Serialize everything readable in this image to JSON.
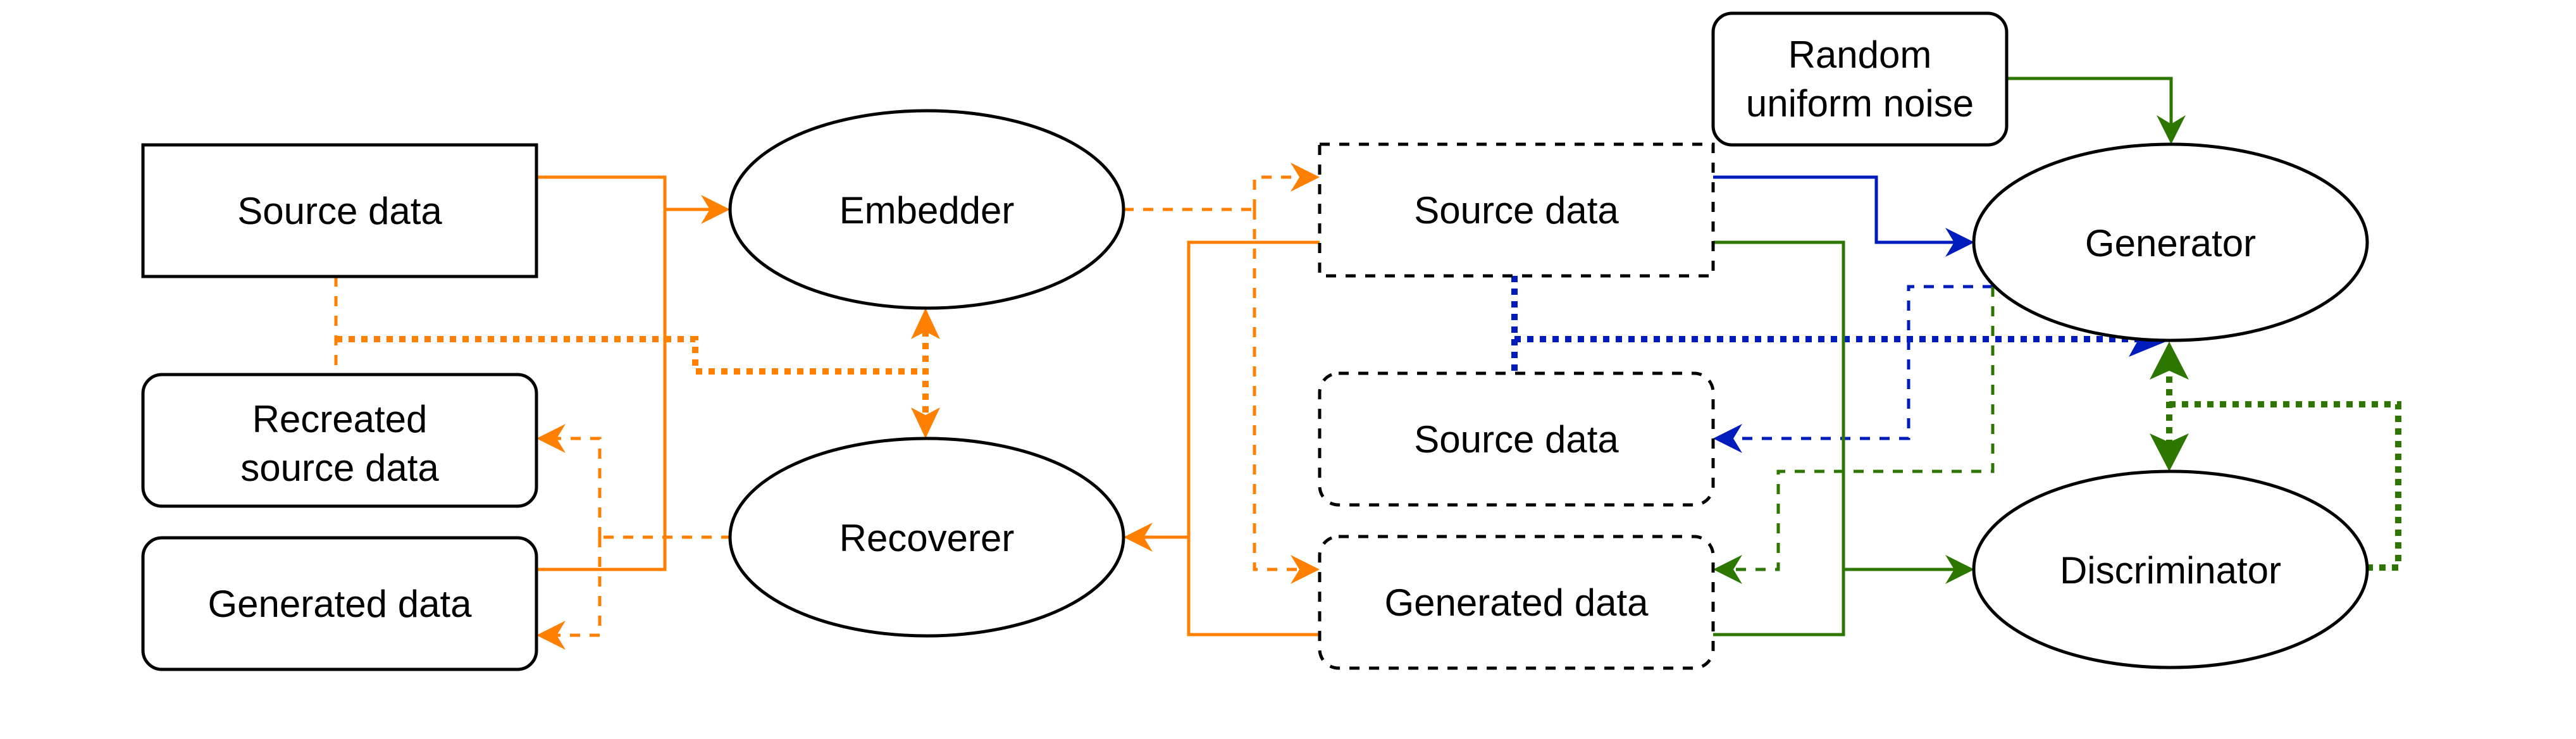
{
  "title": "Embedder / Recoverer / Generator / Discriminator training flow",
  "colors": {
    "orange": "#FF8000",
    "blue": "#001DBC",
    "green": "#2D7600",
    "node_stroke": "#000000"
  },
  "nodes": {
    "source_data_left": {
      "label": [
        "Source data"
      ],
      "shape": "rectangle",
      "border": "solid"
    },
    "recreated_source_data": {
      "label": [
        "Recreated",
        "source data"
      ],
      "shape": "rounded-rectangle",
      "border": "solid"
    },
    "generated_data_left": {
      "label": [
        "Generated data"
      ],
      "shape": "rounded-rectangle",
      "border": "solid"
    },
    "embedder": {
      "label": [
        "Embedder"
      ],
      "shape": "ellipse",
      "border": "solid"
    },
    "recoverer": {
      "label": [
        "Recoverer"
      ],
      "shape": "ellipse",
      "border": "solid"
    },
    "source_data_mid_top": {
      "label": [
        "Source data"
      ],
      "shape": "rectangle",
      "border": "dashed"
    },
    "source_data_mid": {
      "label": [
        "Source data"
      ],
      "shape": "rounded-rectangle",
      "border": "dashed"
    },
    "generated_data_mid": {
      "label": [
        "Generated data"
      ],
      "shape": "rounded-rectangle",
      "border": "dashed"
    },
    "random_noise": {
      "label": [
        "Random",
        "uniform noise"
      ],
      "shape": "rounded-rectangle",
      "border": "solid"
    },
    "generator": {
      "label": [
        "Generator"
      ],
      "shape": "ellipse",
      "border": "solid"
    },
    "discriminator": {
      "label": [
        "Discriminator"
      ],
      "shape": "ellipse",
      "border": "solid"
    }
  },
  "edges": [
    {
      "from": "source_data_left",
      "to": "embedder",
      "color": "orange",
      "style": "solid",
      "arrow": "end"
    },
    {
      "from": "generated_data_left",
      "to": "embedder",
      "color": "orange",
      "style": "solid",
      "arrow": "end"
    },
    {
      "from": "embedder",
      "to": "source_data_mid_top",
      "color": "orange",
      "style": "dashed",
      "arrow": "end"
    },
    {
      "from": "embedder",
      "to": "generated_data_mid",
      "color": "orange",
      "style": "dashed",
      "arrow": "end"
    },
    {
      "from": "source_data_mid_top",
      "to": "recoverer",
      "color": "orange",
      "style": "solid",
      "arrow": "end"
    },
    {
      "from": "generated_data_mid",
      "to": "recoverer",
      "color": "orange",
      "style": "solid",
      "arrow": "end"
    },
    {
      "from": "recoverer",
      "to": "recreated_source_data",
      "color": "orange",
      "style": "dashed",
      "arrow": "end"
    },
    {
      "from": "recoverer",
      "to": "generated_data_left",
      "color": "orange",
      "style": "dashed",
      "arrow": "end"
    },
    {
      "from": "source_data_left",
      "to": "embedder_recoverer_loss",
      "color": "orange",
      "style": "dotted",
      "arrow": "both"
    },
    {
      "from": "source_data_mid_top",
      "to": "generator",
      "color": "blue",
      "style": "solid",
      "arrow": "end"
    },
    {
      "from": "generator",
      "to": "source_data_mid",
      "color": "blue",
      "style": "dashed",
      "arrow": "end"
    },
    {
      "from": "source_data_mid_top",
      "to": "generator",
      "color": "blue",
      "style": "dotted",
      "arrow": "end"
    },
    {
      "from": "random_noise",
      "to": "generator",
      "color": "green",
      "style": "solid",
      "arrow": "end"
    },
    {
      "from": "source_data_mid_top",
      "to": "discriminator",
      "color": "green",
      "style": "solid",
      "arrow": "end"
    },
    {
      "from": "generated_data_mid",
      "to": "discriminator",
      "color": "green",
      "style": "solid",
      "arrow": "end"
    },
    {
      "from": "generator",
      "to": "generated_data_mid",
      "color": "green",
      "style": "dashed",
      "arrow": "end"
    },
    {
      "from": "discriminator",
      "to": "generator_discriminator_loss",
      "color": "green",
      "style": "dotted",
      "arrow": "both"
    }
  ]
}
